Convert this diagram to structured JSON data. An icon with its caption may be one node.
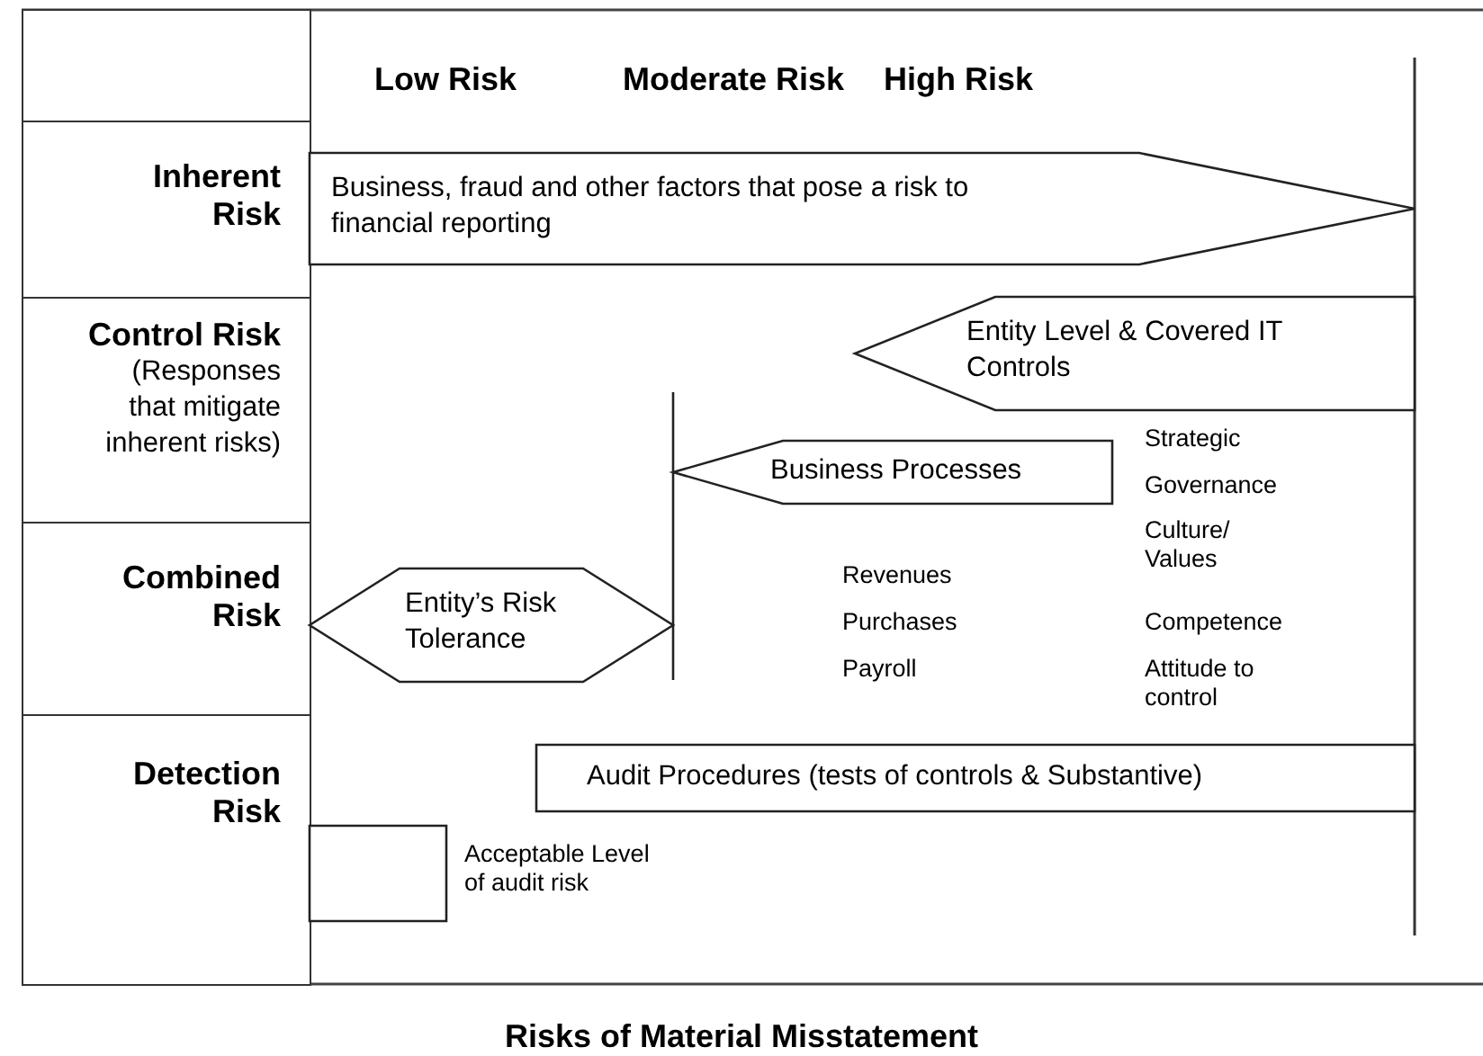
{
  "diagram": {
    "caption": "Risks of Material Misstatement",
    "nodes": [
      {
        "text": [],
        "shape": "box"
      },
      {
        "text": [
          "Inherent Risk"
        ]
      },
      {
        "text": [
          "Business, fraud and other factors that pose a risk to financial reporting"
        ]
      },
      {
        "text": [
          "Control Risk",
          "(Responses that mitigate inherent risks)"
        ]
      },
      {
        "text": [
          "Entity Level & Covered IT Controls"
        ]
      },
      {
        "text": [
          "Business Processes"
        ]
      },
      {
        "text": [
          "Combined Risk"
        ]
      },
      {
        "text": [
          "Entity’s Risk Tolerance"
        ]
      },
      {
        "text": [
          "Audit Procedures (tests of controls & Substantive)"
        ]
      },
      {
        "text": [
          "Detection Risk"
        ]
      },
      {
        "text": [],
        "shape": "box",
        "beside": [
          "Acceptable Level of audit risk"
        ]
      }
    ],
    "labels": [
      "Low Risk",
      "Moderate Risk",
      "High Risk",
      "Strategic",
      "Governance",
      "Culture/ Values",
      "Revenues",
      "Purchases",
      "Competence",
      "Payroll",
      "Attitude to control"
    ]
  }
}
